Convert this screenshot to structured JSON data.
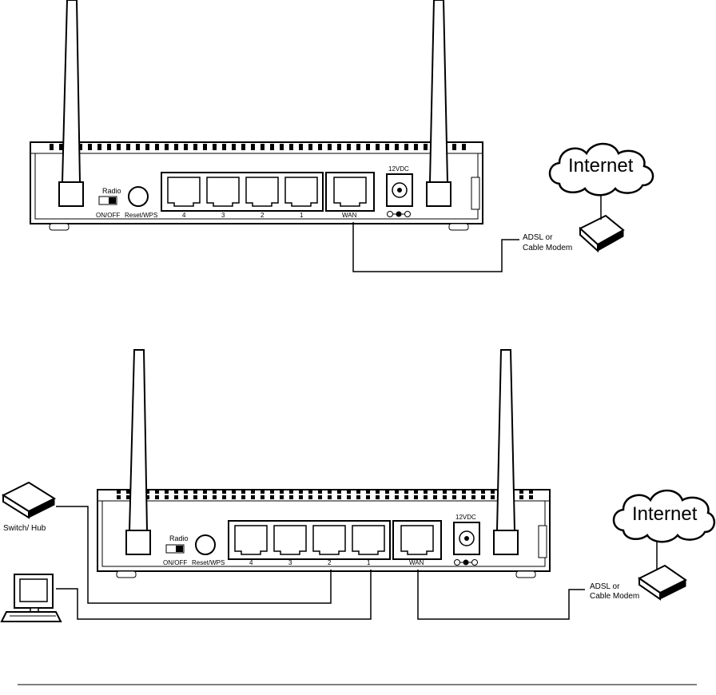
{
  "diagram1": {
    "radio_label": "Radio",
    "onoff_label": "ON/OFF",
    "reset_label": "Reset/WPS",
    "power_label": "12VDC",
    "port_labels": [
      "4",
      "3",
      "2",
      "1"
    ],
    "wan_label": "WAN",
    "internet_label": "Internet",
    "modem_line1": "ADSL or",
    "modem_line2": "Cable Modem"
  },
  "diagram2": {
    "radio_label": "Radio",
    "onoff_label": "ON/OFF",
    "reset_label": "Reset/WPS",
    "power_label": "12VDC",
    "port_labels": [
      "4",
      "3",
      "2",
      "1"
    ],
    "wan_label": "WAN",
    "internet_label": "Internet",
    "modem_line1": "ADSL or",
    "modem_line2": "Cable Modem",
    "switch_label": "Switch/ Hub"
  }
}
